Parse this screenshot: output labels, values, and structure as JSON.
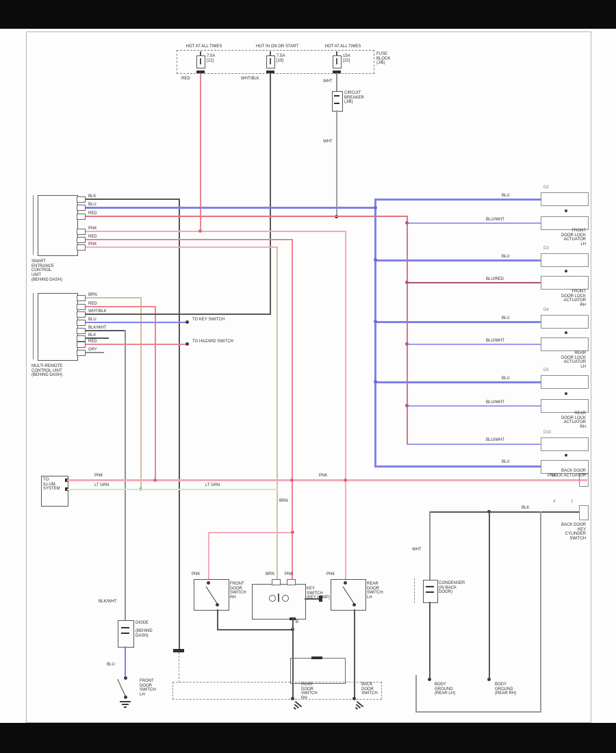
{
  "fuse_area": {
    "banners": [
      "HOT AT ALL TIMES",
      "HOT IN ON OR START",
      "HOT AT ALL TIMES"
    ],
    "fuses": [
      {
        "label": "7.5A\n[12]",
        "wire": "RED"
      },
      {
        "label": "7.5A\n[19]",
        "wire": "WHT/BLK"
      },
      {
        "label": "15A\n[22]",
        "wire": "WHT"
      }
    ],
    "block_label": "FUSE\nBLOCK\n(J/B)",
    "breaker": {
      "label": "CIRCUIT\nBREAKER\n(J/B)",
      "wire_below": "WHT"
    }
  },
  "units": {
    "upper": {
      "name": "SMART\nENTRANCE\nCONTROL\nUNIT\n(BEHIND DASH)",
      "pins": [
        "BLK",
        "BLU",
        "RED",
        "PNK",
        "RED",
        "PNK"
      ]
    },
    "lower": {
      "name": "MULTI-REMOTE\nCONTROL UNIT\n(BEHIND DASH)",
      "pins": [
        "BRN",
        "RED",
        "WHT/BLK",
        "BLU",
        "BLK/WHT",
        "BLK",
        "RED",
        "GRY"
      ],
      "ref1": "TO KEY SWITCH",
      "ref2": "TO HAZARD SWITCH"
    }
  },
  "actuators": {
    "groups": [
      {
        "conn": "D2",
        "w1": "BLU",
        "w2": "BLU/WHT",
        "name": "FRONT\nDOOR LOCK\nACTUATOR\nLH"
      },
      {
        "conn": "D3",
        "w1": "BLU",
        "w2": "BLU/RED",
        "name": "FRONT\nDOOR LOCK\nACTUATOR\nRH"
      },
      {
        "conn": "D4",
        "w1": "BLU",
        "w2": "BLU/WHT",
        "name": "REAR\nDOOR LOCK\nACTUATOR\nLH"
      },
      {
        "conn": "D5",
        "w1": "BLU",
        "w2": "BLU/WHT",
        "name": "REAR\nDOOR LOCK\nACTUATOR\nRH"
      },
      {
        "conn": "D10",
        "w1": "BLU/WHT",
        "w2": "BLU",
        "name": "BACK DOOR\nLOCK ACTUATOR"
      }
    ]
  },
  "bus": {
    "pnk": "PNK",
    "ltgrn": "LT GRN",
    "source": "TO\nILLUM.\nSYSTEM"
  },
  "mid": {
    "brn": "BRN",
    "center": {
      "t1": "BRN",
      "t2": "PNK",
      "name": "KEY\nSWITCH\n(KEY LAMP)",
      "b": "B"
    },
    "left_sw": {
      "wire": "PNK",
      "name": "FRONT\nDOOR\nSWITCH\nRH"
    },
    "right_sw": {
      "wire": "PNK",
      "name": "REAR\nDOOR\nSWITCH\nLH"
    }
  },
  "dashed_box": {
    "a": "REAR\nDOOR\nSWITCH\nRH",
    "b": "BACK\nDOOR\nSWITCH"
  },
  "bottom_left": {
    "wire_top": "BLK/WHT",
    "diode": "DIODE",
    "diode_loc": "(BEHIND\nDASH)",
    "wire_mid": "BLU",
    "sw": "FRONT\nDOOR\nSWITCH\nLH"
  },
  "bottom_right": {
    "wire_top": "BLK",
    "id4": "4",
    "id2": "2",
    "margin": "BACK DOOR\nKEY\nCYLINDER\nSWITCH",
    "wire_left": "WHT",
    "cond": "CONDENSER\n(IN BACK\nDOOR)",
    "gnd_l": "BODY\nGROUND\n(REAR LH)",
    "gnd_r": "BODY\nGROUND\n(REAR RH)"
  },
  "colors": {
    "blu": "#8080ea",
    "bluwht": "#9a9af0",
    "blured": "#a8506e",
    "red": "#ee8091",
    "pnk": "#f6a8b8",
    "brn": "#cfc098",
    "ltgrn": "#cfe8c0",
    "blk": "#555555",
    "gry": "#8f8f8f",
    "redbus": "#e8717f"
  }
}
